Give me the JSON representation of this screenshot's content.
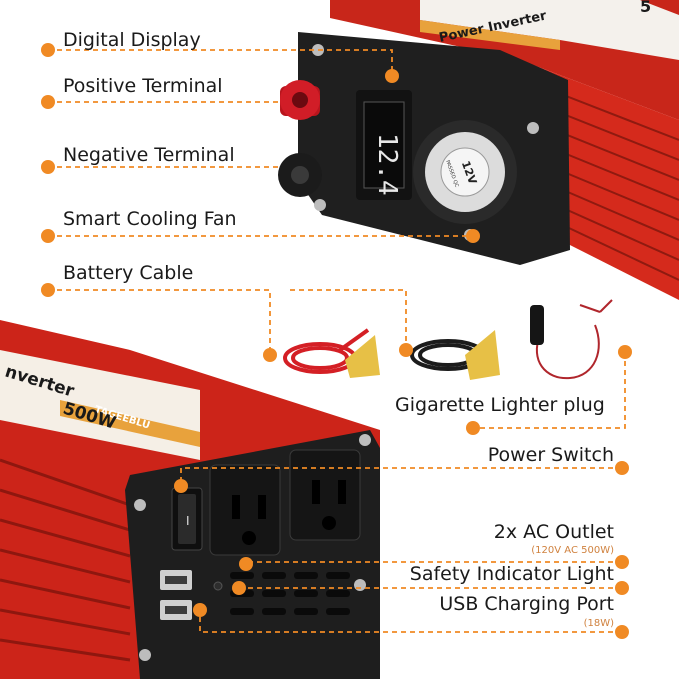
{
  "accent_color": "#f08a24",
  "body_color": "#d52a1c",
  "product": {
    "top_label": "Power Inverter",
    "display_reading": "12.4",
    "fan_text": "12V",
    "fan_subtext": "PASSED QC",
    "brand": "TAGEEBLU",
    "power_rating": "500W",
    "front_label_fragment": "nverter",
    "top_right_fragment": "5"
  },
  "callouts": {
    "digital_display": "Digital Display",
    "positive_terminal": "Positive Terminal",
    "negative_terminal": "Negative Terminal",
    "smart_cooling_fan": "Smart Cooling Fan",
    "battery_cable": "Battery Cable",
    "cigarette_lighter_plug": "Gigarette Lighter plug",
    "power_switch": "Power Switch",
    "ac_outlet": "2x AC Outlet",
    "ac_outlet_spec": "(120V AC 500W)",
    "safety_indicator_light": "Safety Indicator Light",
    "usb_charging_port": "USB Charging Port",
    "usb_charging_spec": "(18W)"
  }
}
